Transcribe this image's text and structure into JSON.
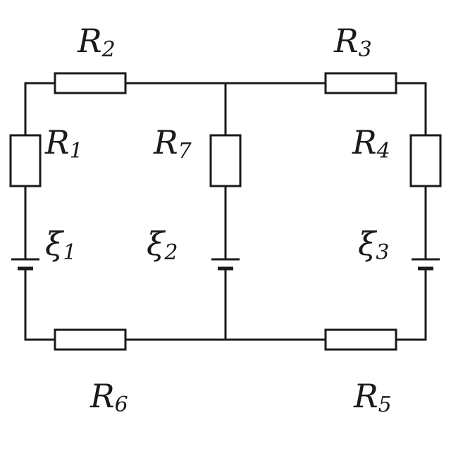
{
  "labels": {
    "R1": {
      "base": "R",
      "sub": "1"
    },
    "R2": {
      "base": "R",
      "sub": "2"
    },
    "R3": {
      "base": "R",
      "sub": "3"
    },
    "R4": {
      "base": "R",
      "sub": "4"
    },
    "R5": {
      "base": "R",
      "sub": "5"
    },
    "R6": {
      "base": "R",
      "sub": "6"
    },
    "R7": {
      "base": "R",
      "sub": "7"
    },
    "E1": {
      "base": "ξ",
      "sub": "1"
    },
    "E2": {
      "base": "ξ",
      "sub": "2"
    },
    "E3": {
      "base": "ξ",
      "sub": "3"
    }
  },
  "colors": {
    "line": "#1a1a1a",
    "background": "#ffffff"
  }
}
